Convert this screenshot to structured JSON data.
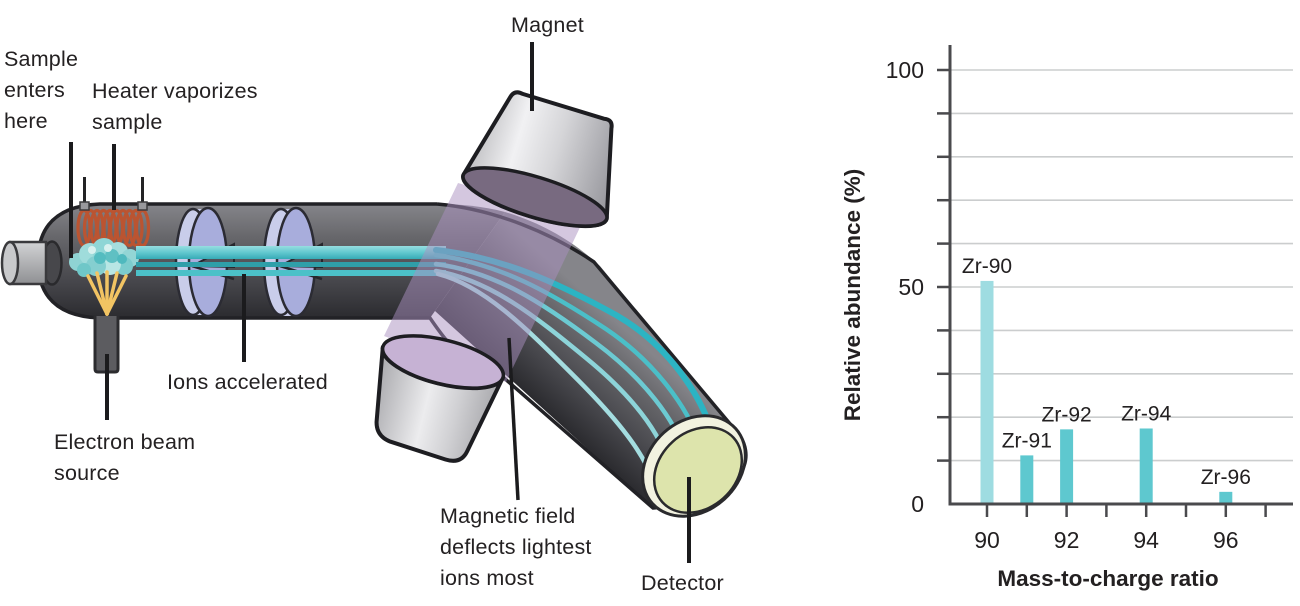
{
  "figure": {
    "description": "Mass spectrometer schematic with zirconium isotope mass spectrum"
  },
  "diagram": {
    "labels": {
      "sample": "Sample\nenters\nhere",
      "heater": "Heater vaporizes\nsample",
      "magnet": "Magnet",
      "ions": "Ions accelerated",
      "electron": "Electron beam\nsource",
      "field": "Magnetic field\ndeflects lightest\nions most",
      "detector": "Detector"
    },
    "colors": {
      "tube_gray": "#55555a",
      "outline": "#222226",
      "heater_coil_orange": "#bb5431",
      "vapor_cloud_teal": "#9fdcdb",
      "electron_beam_yellow": "#f2c463",
      "plate_lavender": "#a8addc",
      "ion_beam_teal": "#3fb3bd",
      "magnet_body_gray": "#d5d5d8",
      "field_band_purple": "#a98fc0",
      "detector_face": "#dde4ac"
    }
  },
  "chart_data": {
    "type": "bar",
    "title": "",
    "xlabel": "Mass-to-charge ratio",
    "ylabel": "Relative abundance (%)",
    "x": [
      90,
      91,
      92,
      94,
      96
    ],
    "values": [
      51.4,
      11.2,
      17.2,
      17.4,
      2.8
    ],
    "bar_labels": [
      "Zr-90",
      "Zr-91",
      "Zr-92",
      "Zr-94",
      "Zr-96"
    ],
    "bar_colors": [
      "#9edce1",
      "#5ec8cf",
      "#5ec8cf",
      "#5ec8cf",
      "#5ec8cf"
    ],
    "ylim": [
      0,
      100
    ],
    "ytick_labels": [
      0,
      50,
      100
    ],
    "ygrid_step": 10,
    "xticks": [
      90,
      91,
      92,
      93,
      94,
      95,
      96,
      97
    ],
    "xtick_labels": [
      90,
      92,
      94,
      96
    ],
    "grid": true,
    "legend": false,
    "axis_color": "#4a4a4d",
    "grid_color": "#cbcdce",
    "text_color": "#232021"
  }
}
